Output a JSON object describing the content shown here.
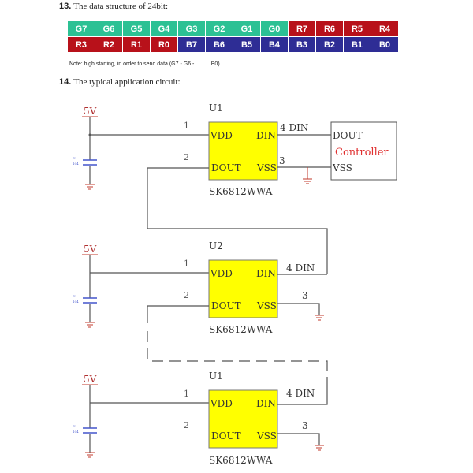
{
  "section13": {
    "num": "13.",
    "title": "The data structure of 24bit:"
  },
  "bits": {
    "row1": [
      {
        "t": "G7",
        "c": "g"
      },
      {
        "t": "G6",
        "c": "g"
      },
      {
        "t": "G5",
        "c": "g"
      },
      {
        "t": "G4",
        "c": "g"
      },
      {
        "t": "G3",
        "c": "g"
      },
      {
        "t": "G2",
        "c": "g"
      },
      {
        "t": "G1",
        "c": "g"
      },
      {
        "t": "G0",
        "c": "g"
      },
      {
        "t": "R7",
        "c": "r"
      },
      {
        "t": "R6",
        "c": "r"
      },
      {
        "t": "R5",
        "c": "r"
      },
      {
        "t": "R4",
        "c": "r"
      }
    ],
    "row2": [
      {
        "t": "R3",
        "c": "r"
      },
      {
        "t": "R2",
        "c": "r"
      },
      {
        "t": "R1",
        "c": "r"
      },
      {
        "t": "R0",
        "c": "r"
      },
      {
        "t": "B7",
        "c": "b"
      },
      {
        "t": "B6",
        "c": "b"
      },
      {
        "t": "B5",
        "c": "b"
      },
      {
        "t": "B4",
        "c": "b"
      },
      {
        "t": "B3",
        "c": "b"
      },
      {
        "t": "B2",
        "c": "b"
      },
      {
        "t": "B1",
        "c": "b"
      },
      {
        "t": "B0",
        "c": "b"
      }
    ]
  },
  "colors": {
    "green": "#2cc194",
    "red": "#b8111a",
    "blue": "#2e2d95",
    "chip": "#ffff00"
  },
  "note": "Note: high starting, in order to send data (G7 - G6 - ....... ..B0)",
  "section14": {
    "num": "14.",
    "title": "The typical application circuit:"
  },
  "circuit": {
    "supply": "5V",
    "cap_ref": "C1",
    "cap_val": "104",
    "chips": [
      {
        "ref": "U1",
        "part": "SK6812WWA"
      },
      {
        "ref": "U2",
        "part": "SK6812WWA"
      },
      {
        "ref": "U1",
        "part": "SK6812WWA"
      }
    ],
    "pins": {
      "vdd": "VDD",
      "dout": "DOUT",
      "din": "DIN",
      "vss": "VSS",
      "p1": "1",
      "p2": "2",
      "p3": "3",
      "p4din": "4 DIN",
      "p4": "4"
    },
    "controller": {
      "dout": "DOUT",
      "name": "Controller",
      "vss": "VSS"
    }
  }
}
